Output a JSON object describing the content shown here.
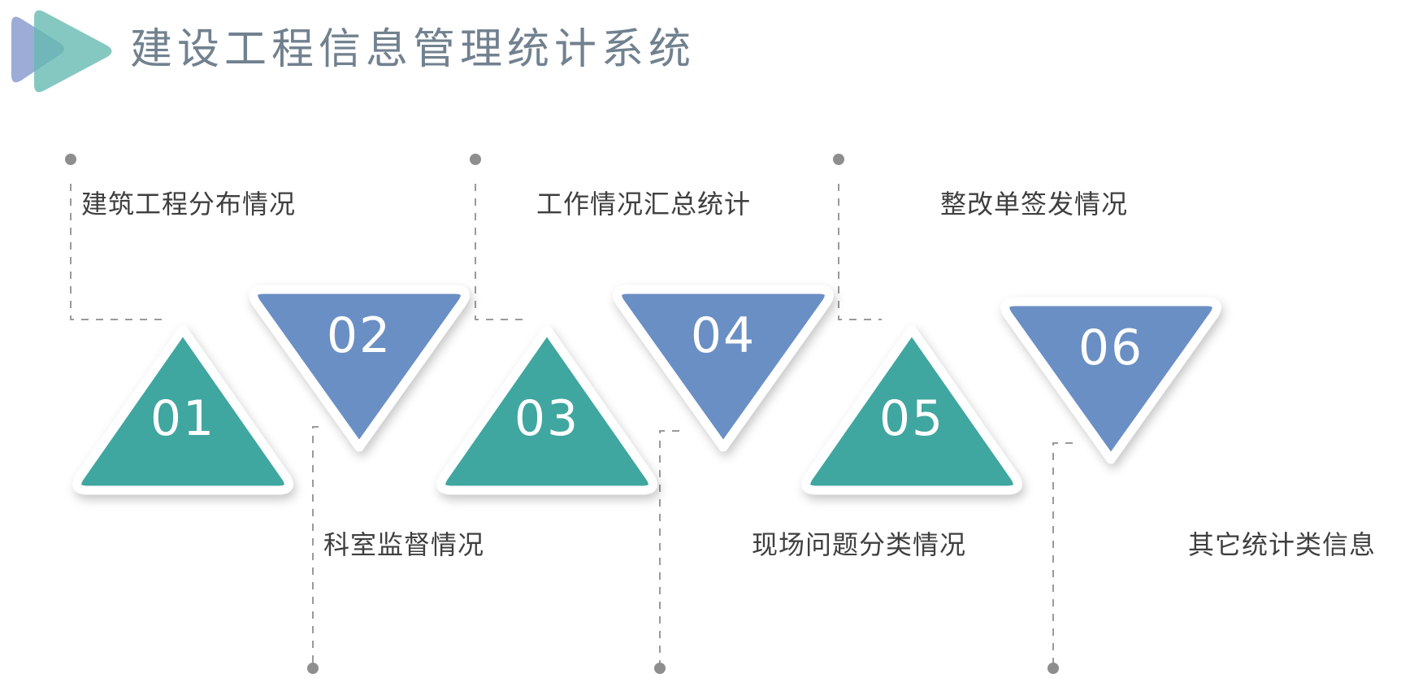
{
  "header": {
    "title": "建设工程信息管理统计系统",
    "title_color": "#71818f",
    "logo": {
      "name": "play-logo",
      "back_color": "#8c9dd0",
      "front_color": "#7ec0b8"
    }
  },
  "theme": {
    "teal": "#3fa6a0",
    "blue": "#6a8fc4",
    "connector": "#9a9a9a",
    "label_text": "#3f3f3f",
    "stroke_white": "#ffffff"
  },
  "steps": [
    {
      "number": "01",
      "label": "建筑工程分布情况",
      "color": "#3fa6a0",
      "direction": "up",
      "connector_side": "top"
    },
    {
      "number": "02",
      "label": "科室监督情况",
      "color": "#6a8fc4",
      "direction": "down",
      "connector_side": "bottom"
    },
    {
      "number": "03",
      "label": "工作情况汇总统计",
      "color": "#3fa6a0",
      "direction": "up",
      "connector_side": "top"
    },
    {
      "number": "04",
      "label": "现场问题分类情况",
      "color": "#6a8fc4",
      "direction": "down",
      "connector_side": "bottom"
    },
    {
      "number": "05",
      "label": "整改单签发情况",
      "color": "#3fa6a0",
      "direction": "up",
      "connector_side": "top"
    },
    {
      "number": "06",
      "label": "其它统计类信息",
      "color": "#6a8fc4",
      "direction": "down",
      "connector_side": "bottom"
    }
  ]
}
